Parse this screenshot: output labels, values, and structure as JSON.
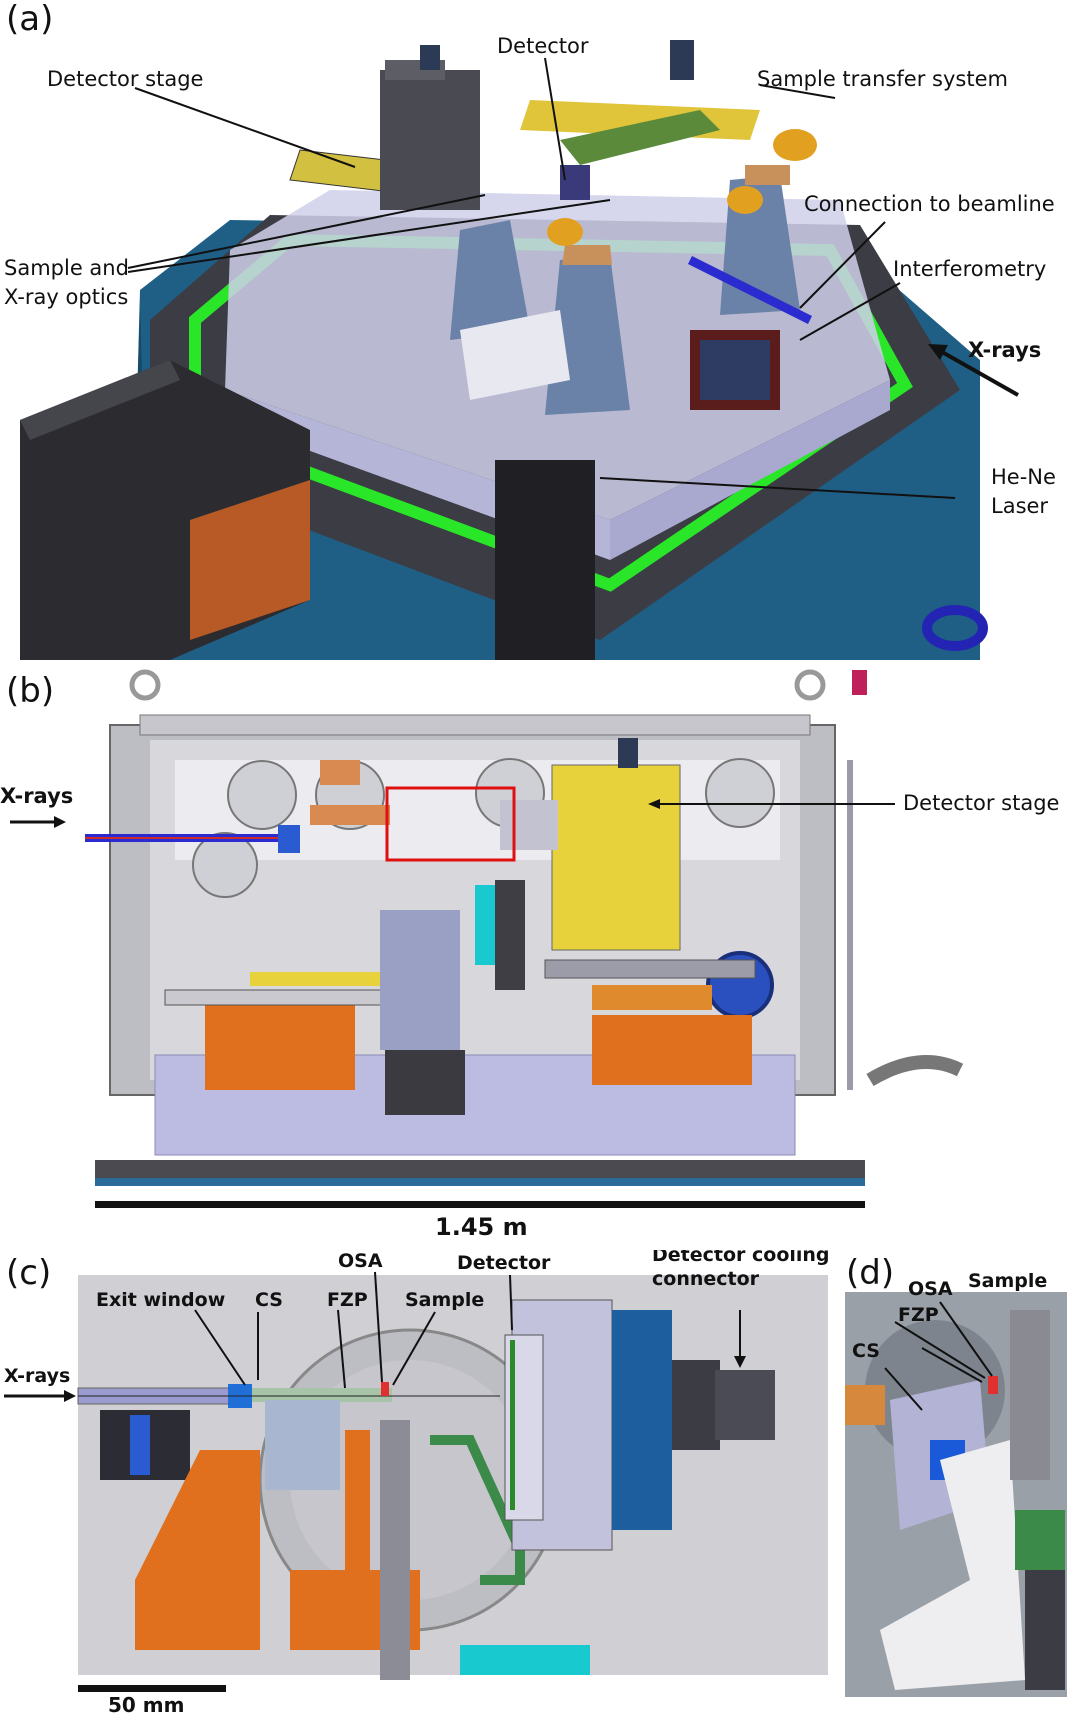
{
  "panels": {
    "a": {
      "letter": "(a)",
      "labels": {
        "detector_stage": "Detector stage",
        "detector": "Detector",
        "sample_transfer": "Sample transfer system",
        "connection": "Connection to beamline",
        "interferometry": "Interferometry",
        "sample_optics_1": "Sample and",
        "sample_optics_2": "X-ray optics",
        "xrays": "X-rays",
        "laser_1": "He-Ne",
        "laser_2": "Laser"
      }
    },
    "b": {
      "letter": "(b)",
      "labels": {
        "xrays": "X-rays",
        "detector_stage": "Detector stage",
        "scale": "1.45 m"
      }
    },
    "c": {
      "letter": "(c)",
      "labels": {
        "xrays": "X-rays",
        "exit_window": "Exit window",
        "cs": "CS",
        "fzp": "FZP",
        "osa": "OSA",
        "sample": "Sample",
        "detector": "Detector",
        "cooling_1": "Detector cooling",
        "cooling_2": "connector",
        "scale": "50 mm"
      }
    },
    "d": {
      "letter": "(d)",
      "labels": {
        "osa": "OSA",
        "sample": "Sample",
        "fzp": "FZP",
        "cs": "CS"
      }
    }
  },
  "colors": {
    "frame_blue": "#1f5f86",
    "glass": "#c9c9e6",
    "green_seal": "#29e629",
    "orange": "#e0701e",
    "yellow": "#e8d23c",
    "steel": "#b8b8c4",
    "beam": "#2b2bd0",
    "cyan": "#19c9d0"
  }
}
